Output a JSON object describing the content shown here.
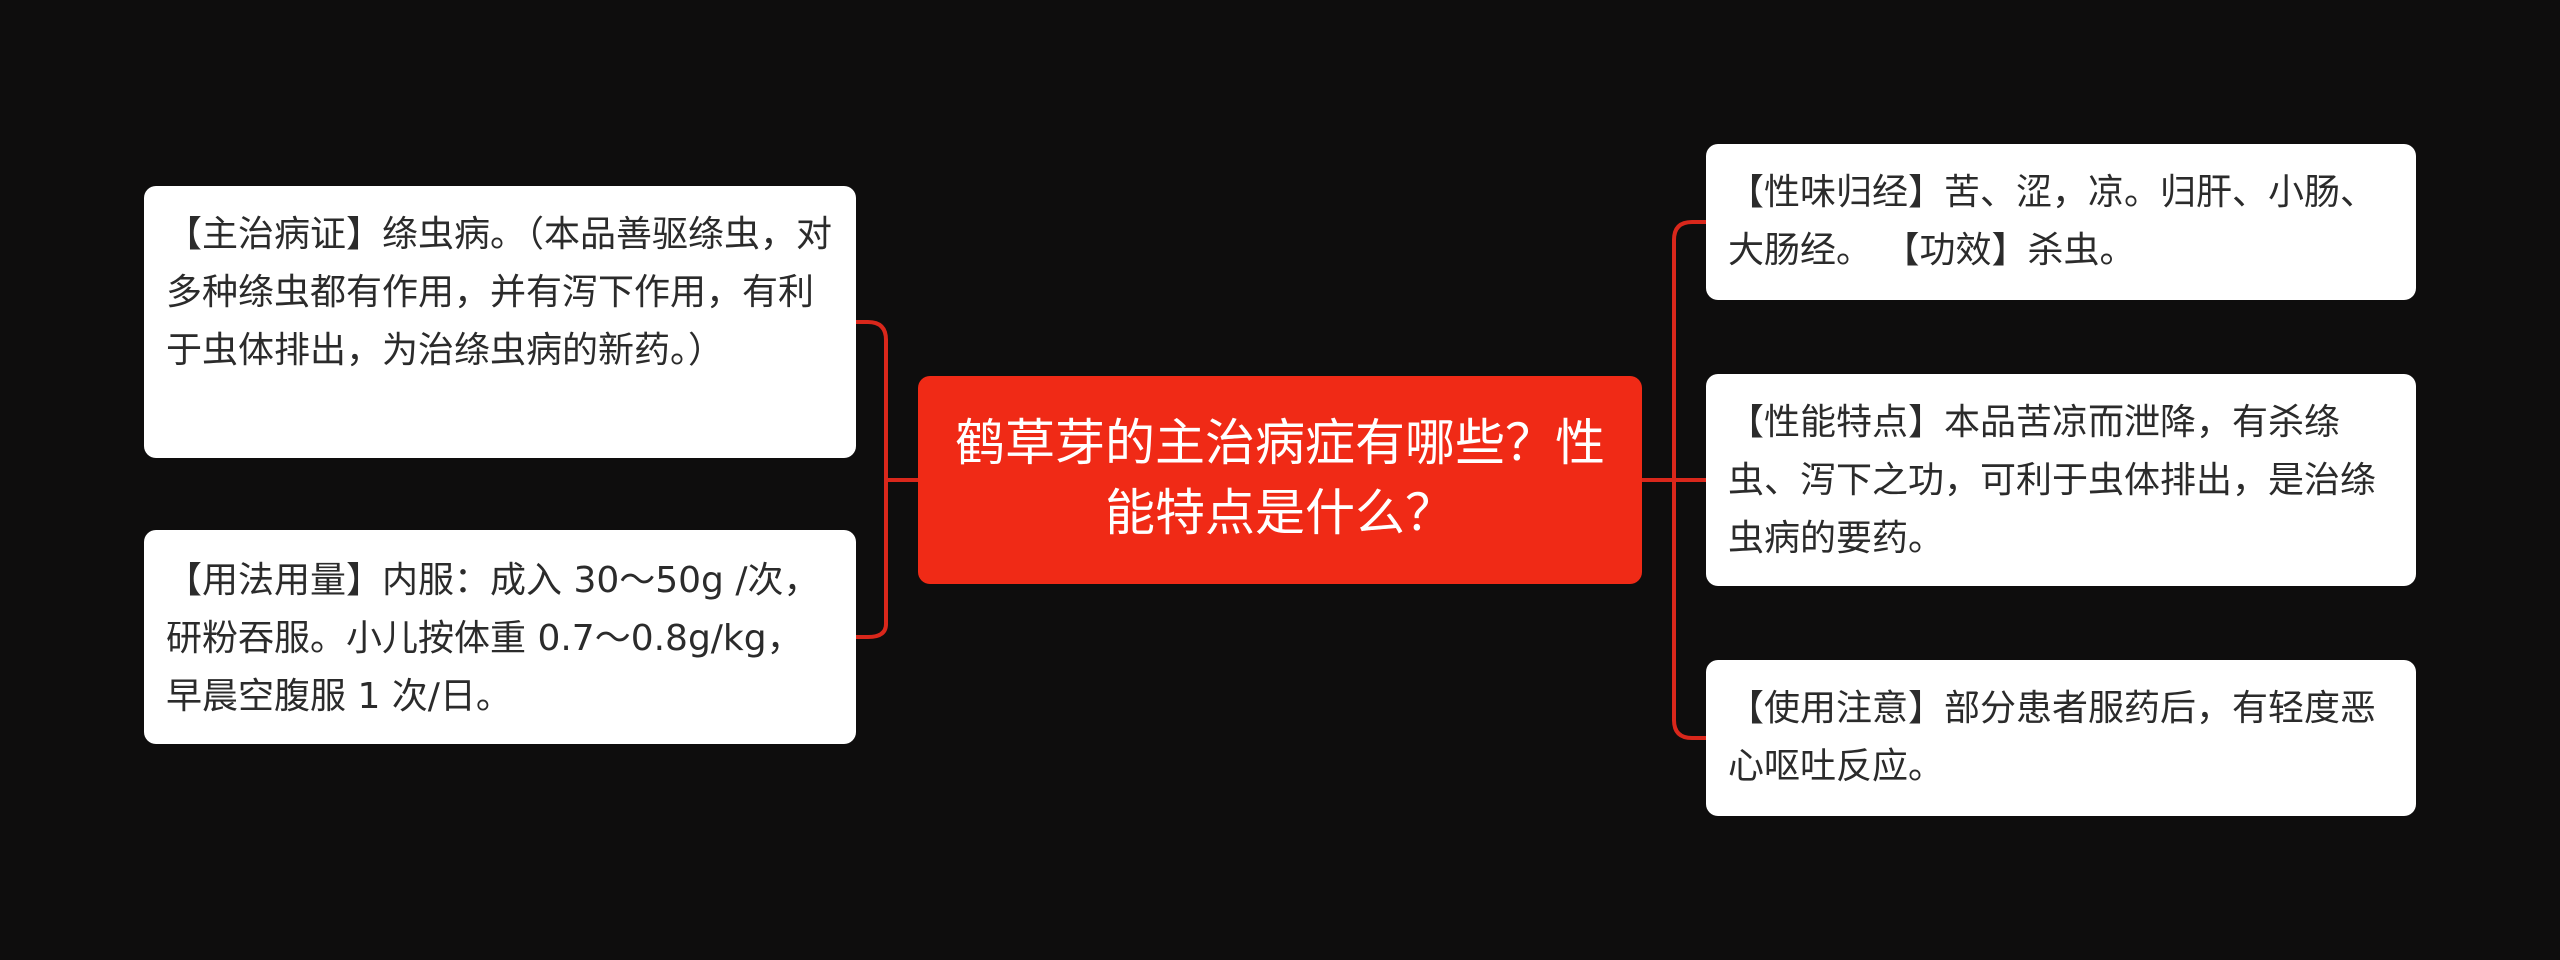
{
  "colors": {
    "background": "#0e0d0d",
    "center_fill": "#f02a16",
    "connector": "#d9271b",
    "node_fill": "#ffffff",
    "node_text": "#2b2b2b"
  },
  "center": {
    "text": "鹤草芽的主治病症有哪些？性能特点是什么？"
  },
  "left": [
    {
      "text": "【主治病证】绦虫病。（本品善驱绦虫，对多种绦虫都有作用，并有泻下作用，有利于虫体排出，为治绦虫病的新药。）"
    },
    {
      "text": "【用法用量】内服：成入 30～50g /次，研粉吞服。小儿按体重 0.7～0.8g/kg，早晨空腹服 1 次/日。"
    }
  ],
  "right": [
    {
      "text": "【性味归经】苦、涩，凉。归肝、小肠、大肠经。 【功效】杀虫。"
    },
    {
      "text": "【性能特点】本品苦凉而泄降，有杀绦虫、泻下之功，可利于虫体排出，是治绦虫病的要药。"
    },
    {
      "text": "【使用注意】部分患者服药后，有轻度恶心呕吐反应。"
    }
  ]
}
